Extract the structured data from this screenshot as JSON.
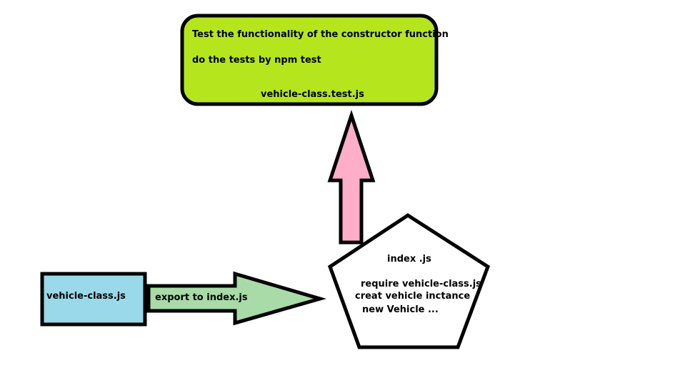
{
  "test_box": {
    "line1": "Test the functionality of the constructor function",
    "line2": "do the tests by npm test",
    "filename": "vehicle-class.test.js",
    "fill": "#b5e61d"
  },
  "class_box": {
    "label": "vehicle-class.js",
    "fill": "#99d9ea"
  },
  "export_arrow": {
    "label": "export to index.js",
    "fill": "#a8dba8"
  },
  "up_arrow": {
    "fill": "#ffaec9"
  },
  "index_pentagon": {
    "title": "index .js",
    "line1": "require vehicle-class.js",
    "line2": "creat vehicle inctance",
    "line3": "new Vehicle ...",
    "fill": "#ffffff"
  }
}
